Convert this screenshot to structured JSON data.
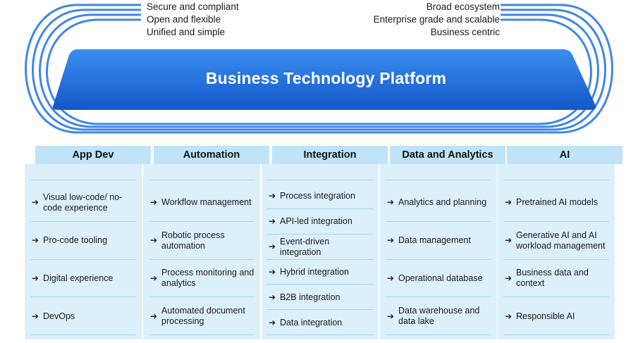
{
  "traits_left": [
    "Secure and compliant",
    "Open and flexible",
    "Unified and simple"
  ],
  "traits_right": [
    "Broad ecosystem",
    "Enterprise grade and scalable",
    "Business centric"
  ],
  "platform": {
    "title": "Business Technology Platform"
  },
  "arrow_glyph": "➔",
  "colors": {
    "platform_blue": "#1f6fe0",
    "ring_blue": "#3f86e8",
    "header_bg": "#bfe3f7",
    "body_bg": "#dcf0fb"
  },
  "columns": [
    {
      "header": "App Dev",
      "items": [
        "Visual low-code/ no-code experience",
        "Pro-code tooling",
        "Digital experience",
        "DevOps"
      ]
    },
    {
      "header": "Automation",
      "items": [
        "Workflow management",
        "Robotic process automation",
        "Process monitoring and analytics",
        "Automated document processing"
      ]
    },
    {
      "header": "Integration",
      "items": [
        "Process integration",
        "API-led integration",
        "Event-driven integration",
        "Hybrid integration",
        "B2B integration",
        "Data integration"
      ]
    },
    {
      "header": "Data and Analytics",
      "items": [
        "Analytics and planning",
        "Data management",
        "Operational database",
        "Data warehouse and data lake"
      ]
    },
    {
      "header": "AI",
      "items": [
        "Pretrained AI models",
        "Generative AI and AI workload management",
        "Business data and context",
        "Responsible AI"
      ]
    }
  ]
}
